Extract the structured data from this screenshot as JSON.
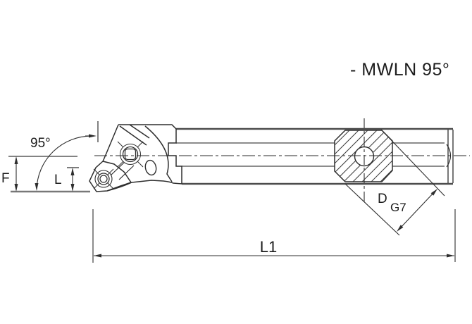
{
  "drawing": {
    "title": "- MWLN 95°",
    "labels": {
      "lead_angle": "95°",
      "dim_f": "F",
      "dim_l": "L",
      "dim_d": "D",
      "dim_d_tolerance": "G7",
      "dim_l1": "L1"
    },
    "colors": {
      "line": "#2e2e2e",
      "heavy_line": "#707070",
      "background": "#ffffff"
    }
  }
}
